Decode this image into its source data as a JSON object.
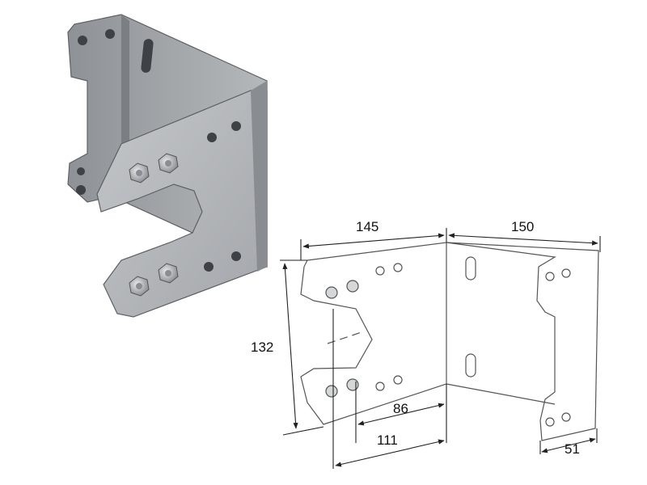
{
  "dimensions": {
    "width_top_left": "145",
    "width_top_right": "150",
    "height_left": "132",
    "depth_86": "86",
    "depth_111": "111",
    "flange_51": "51"
  },
  "colors": {
    "metal_light": "#b9bcbf",
    "metal_mid": "#9a9da1",
    "metal_dark": "#6e7276",
    "line_drawing": "#555555",
    "dimension_line": "#222222"
  }
}
